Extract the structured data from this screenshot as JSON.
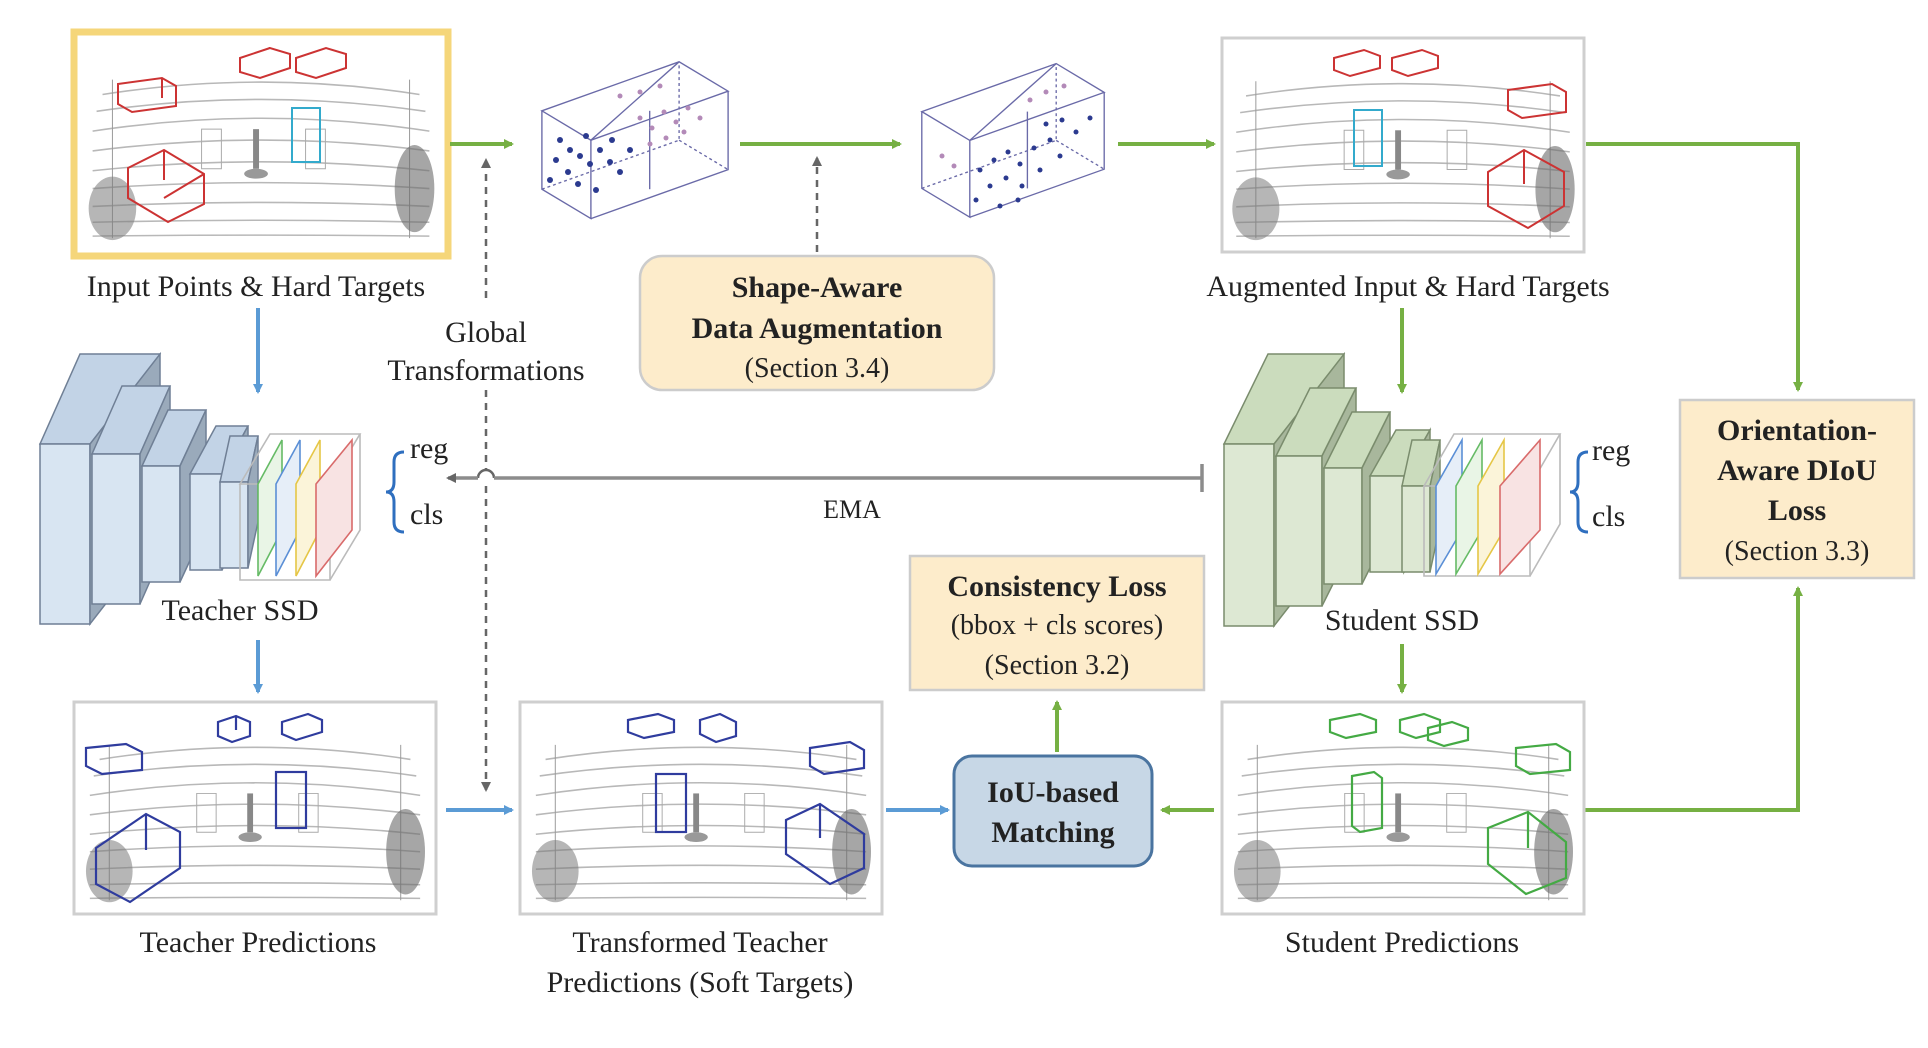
{
  "labels": {
    "input_points": "Input Points & Hard Targets",
    "augmented_input": "Augmented Input & Hard Targets",
    "global_transformations_1": "Global",
    "global_transformations_2": "Transformations",
    "teacher_ssd": "Teacher SSD",
    "student_ssd": "Student SSD",
    "ema": "EMA",
    "teacher_reg": "reg",
    "teacher_cls": "cls",
    "student_reg": "reg",
    "student_cls": "cls",
    "teacher_predictions": "Teacher Predictions",
    "transformed_teacher_1": "Transformed Teacher",
    "transformed_teacher_2": "Predictions (Soft Targets)",
    "student_predictions": "Student Predictions"
  },
  "boxes": {
    "shape_aware": {
      "line1": "Shape-Aware",
      "line2": "Data Augmentation",
      "line3": "(Section 3.4)"
    },
    "consistency": {
      "line1": "Consistency Loss",
      "line2": "(bbox + cls scores)",
      "line3": "(Section 3.2)"
    },
    "iou": {
      "line1": "IoU-based",
      "line2": "Matching"
    },
    "orientation": {
      "line1": "Orientation-",
      "line2": "Aware DIoU",
      "line3": "Loss",
      "line4": "(Section 3.3)"
    }
  },
  "colors": {
    "green_arrow": "#76b043",
    "blue_arrow": "#5b9bd5",
    "gray_arrow": "#8c8c8c",
    "highlight_border": "#f5d67a",
    "note_fill": "#fdeccb",
    "iou_fill": "#c7d7e6",
    "teacher_block": "#d3e1f0",
    "student_block": "#dde8d3",
    "red_box": "#cc3333",
    "cyan_box": "#33aacc",
    "blue_box": "#2f3c9e",
    "green_box": "#44aa44"
  }
}
